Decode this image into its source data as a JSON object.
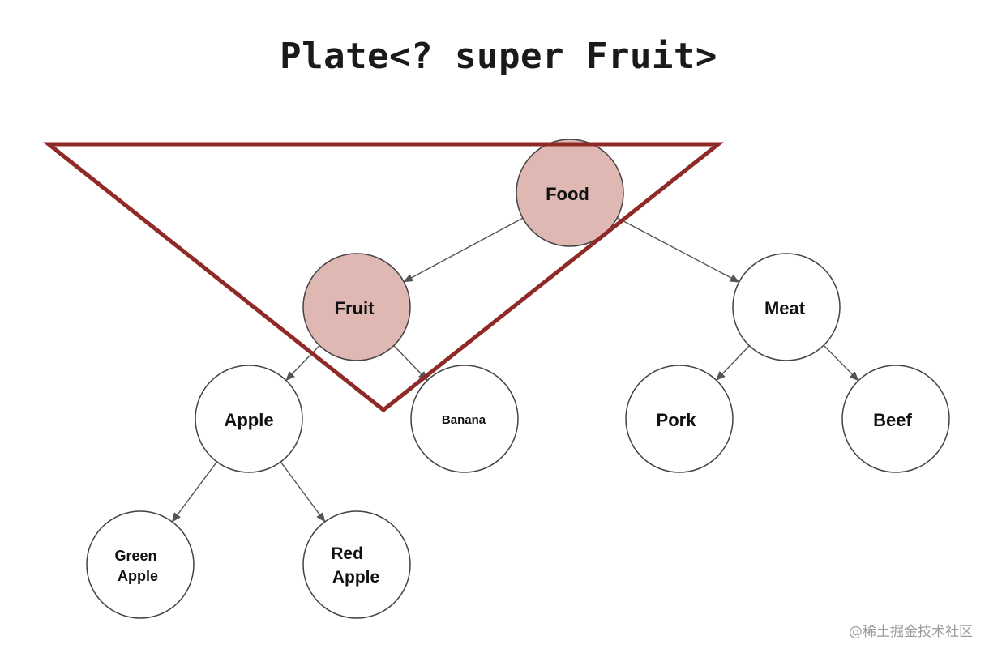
{
  "title": "Plate<? super Fruit>",
  "colors": {
    "highlight_fill": "#dfb8b4",
    "highlight_stroke": "#8f2a26",
    "node_stroke": "#444444",
    "edge": "#555555"
  },
  "nodes": {
    "food": {
      "label": "Food",
      "highlighted": true
    },
    "fruit": {
      "label": "Fruit",
      "highlighted": true
    },
    "meat": {
      "label": "Meat",
      "highlighted": false
    },
    "apple": {
      "label": "Apple",
      "highlighted": false
    },
    "banana": {
      "label": "Banana",
      "highlighted": false
    },
    "pork": {
      "label": "Pork",
      "highlighted": false
    },
    "beef": {
      "label": "Beef",
      "highlighted": false
    },
    "green_apple": {
      "label_lines": [
        "Green",
        "Apple"
      ],
      "highlighted": false
    },
    "red_apple": {
      "label_lines": [
        "Red",
        "Apple"
      ],
      "highlighted": false
    }
  },
  "edges": [
    [
      "food",
      "fruit"
    ],
    [
      "food",
      "meat"
    ],
    [
      "fruit",
      "apple"
    ],
    [
      "fruit",
      "banana"
    ],
    [
      "meat",
      "pork"
    ],
    [
      "meat",
      "beef"
    ],
    [
      "apple",
      "green_apple"
    ],
    [
      "apple",
      "red_apple"
    ]
  ],
  "watermark": "@稀土掘金技术社区"
}
